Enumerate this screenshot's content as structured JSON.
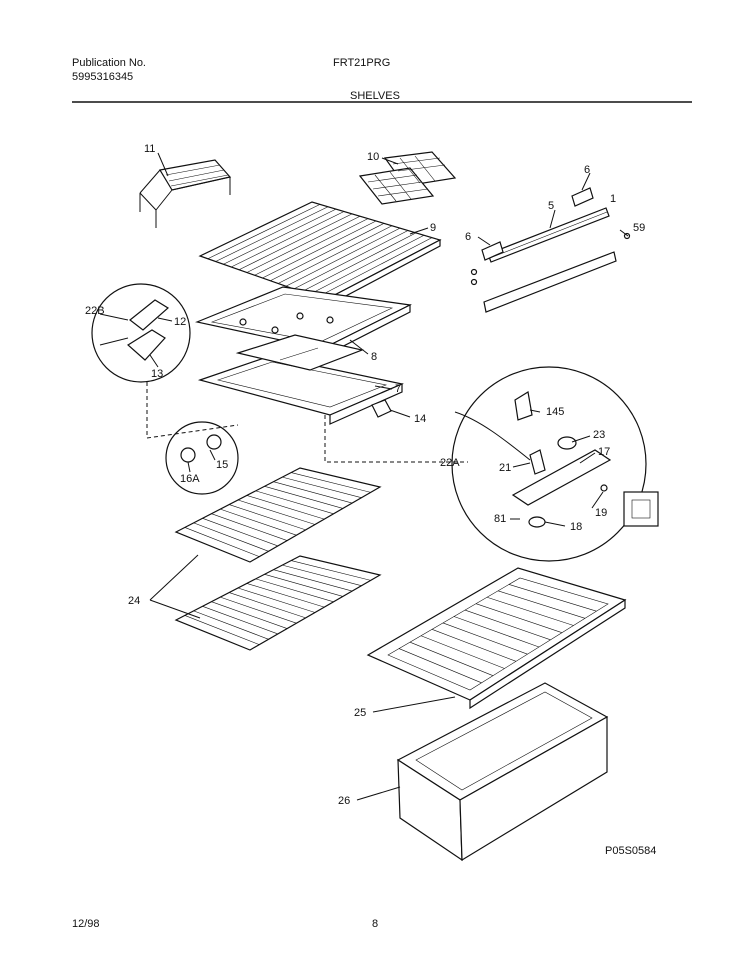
{
  "header": {
    "publication_label": "Publication No.",
    "publication_number": "5995316345",
    "model": "FRT21PRG",
    "section": "SHELVES"
  },
  "footer": {
    "date": "12/98",
    "page": "8",
    "figure_code": "P05S0584"
  },
  "callouts": {
    "c11": "11",
    "c10": "10",
    "c6a": "6",
    "c6b": "6",
    "c5": "5",
    "c1": "1",
    "c59": "59",
    "c9": "9",
    "c22b": "22B",
    "c12": "12",
    "c13": "13",
    "c8": "8",
    "c7": "7",
    "c14": "14",
    "c145": "145",
    "c23": "23",
    "c17": "17",
    "c21": "21",
    "c22a": "22A",
    "c19": "19",
    "c81": "81",
    "c18": "18",
    "c15": "15",
    "c16a": "16A",
    "c24": "24",
    "c25": "25",
    "c26": "26"
  }
}
